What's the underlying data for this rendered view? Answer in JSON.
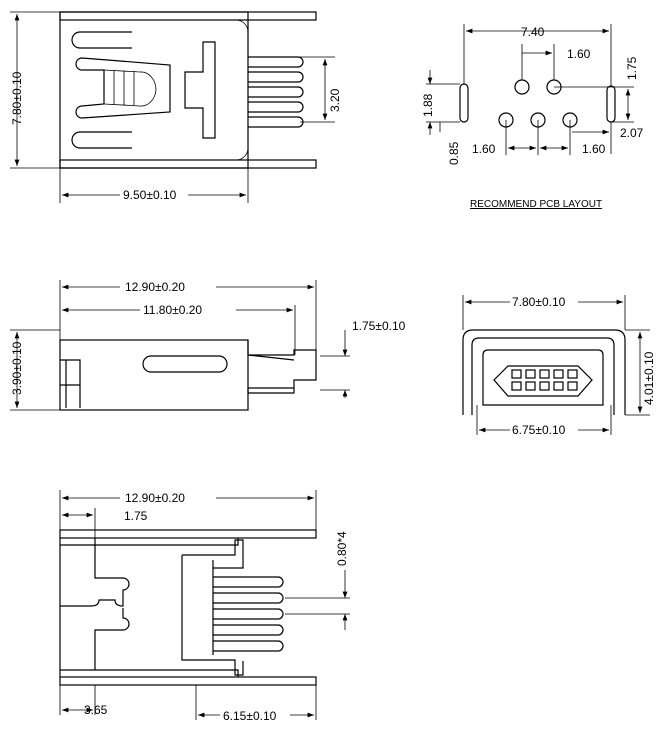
{
  "top_view": {
    "height": "7.80±0.10",
    "width": "9.50±0.10",
    "pin_span": "3.20"
  },
  "pcb_layout": {
    "title": "RECOMMEND PCB LAYOUT",
    "dims": {
      "overall": "7.40",
      "top_pitch": "1.60",
      "slot_height": "1.75",
      "left_slot": "1.88",
      "left_offset": "0.85",
      "bottom_pitch_left": "1.60",
      "bottom_pitch_right": "1.60",
      "right_offset": "2.07"
    }
  },
  "side_view": {
    "length": "12.90±0.20",
    "body_length": "11.80±0.20",
    "pin_offset": "1.75±0.10",
    "height": "3.90±0.10"
  },
  "front_view": {
    "width": "7.80±0.10",
    "inner_width": "6.75±0.10",
    "height": "4.01±0.10"
  },
  "bottom_view": {
    "length": "12.90±0.20",
    "offset": "1.75",
    "pin_pitch": "0.80*4",
    "rear": "3.65",
    "pin_length": "6.15±0.10"
  }
}
